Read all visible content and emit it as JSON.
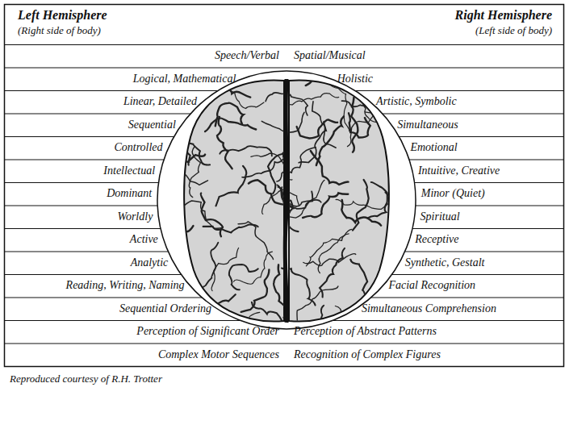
{
  "diagram": {
    "caption": "Reproduced courtesy of R.H. Trotter",
    "labels": [
      "Left Hemisphere",
      "(Right side of body)",
      "Right Hemisphere",
      "(Left side of body)",
      "Speech/Verbal",
      "Spatial/Musical",
      "Logical, Mathematical",
      "Holistic",
      "Linear, Detailed",
      "Artistic, Symbolic",
      "Sequential",
      "Simultaneous",
      "Controlled",
      "Emotional",
      "Intellectual",
      "Intuitive, Creative",
      "Dominant",
      "Minor (Quiet)",
      "Worldly",
      "Spiritual",
      "Active",
      "Receptive",
      "Analytic",
      "Synthetic, Gestalt",
      "Reading, Writing, Naming",
      "Facial Recognition",
      "Sequential Ordering",
      "Simultaneous Comprehension",
      "Perception of Significant Order",
      "Perception of Abstract Patterns",
      "Complex Motor Sequences",
      "Recognition of Complex Figures"
    ]
  }
}
